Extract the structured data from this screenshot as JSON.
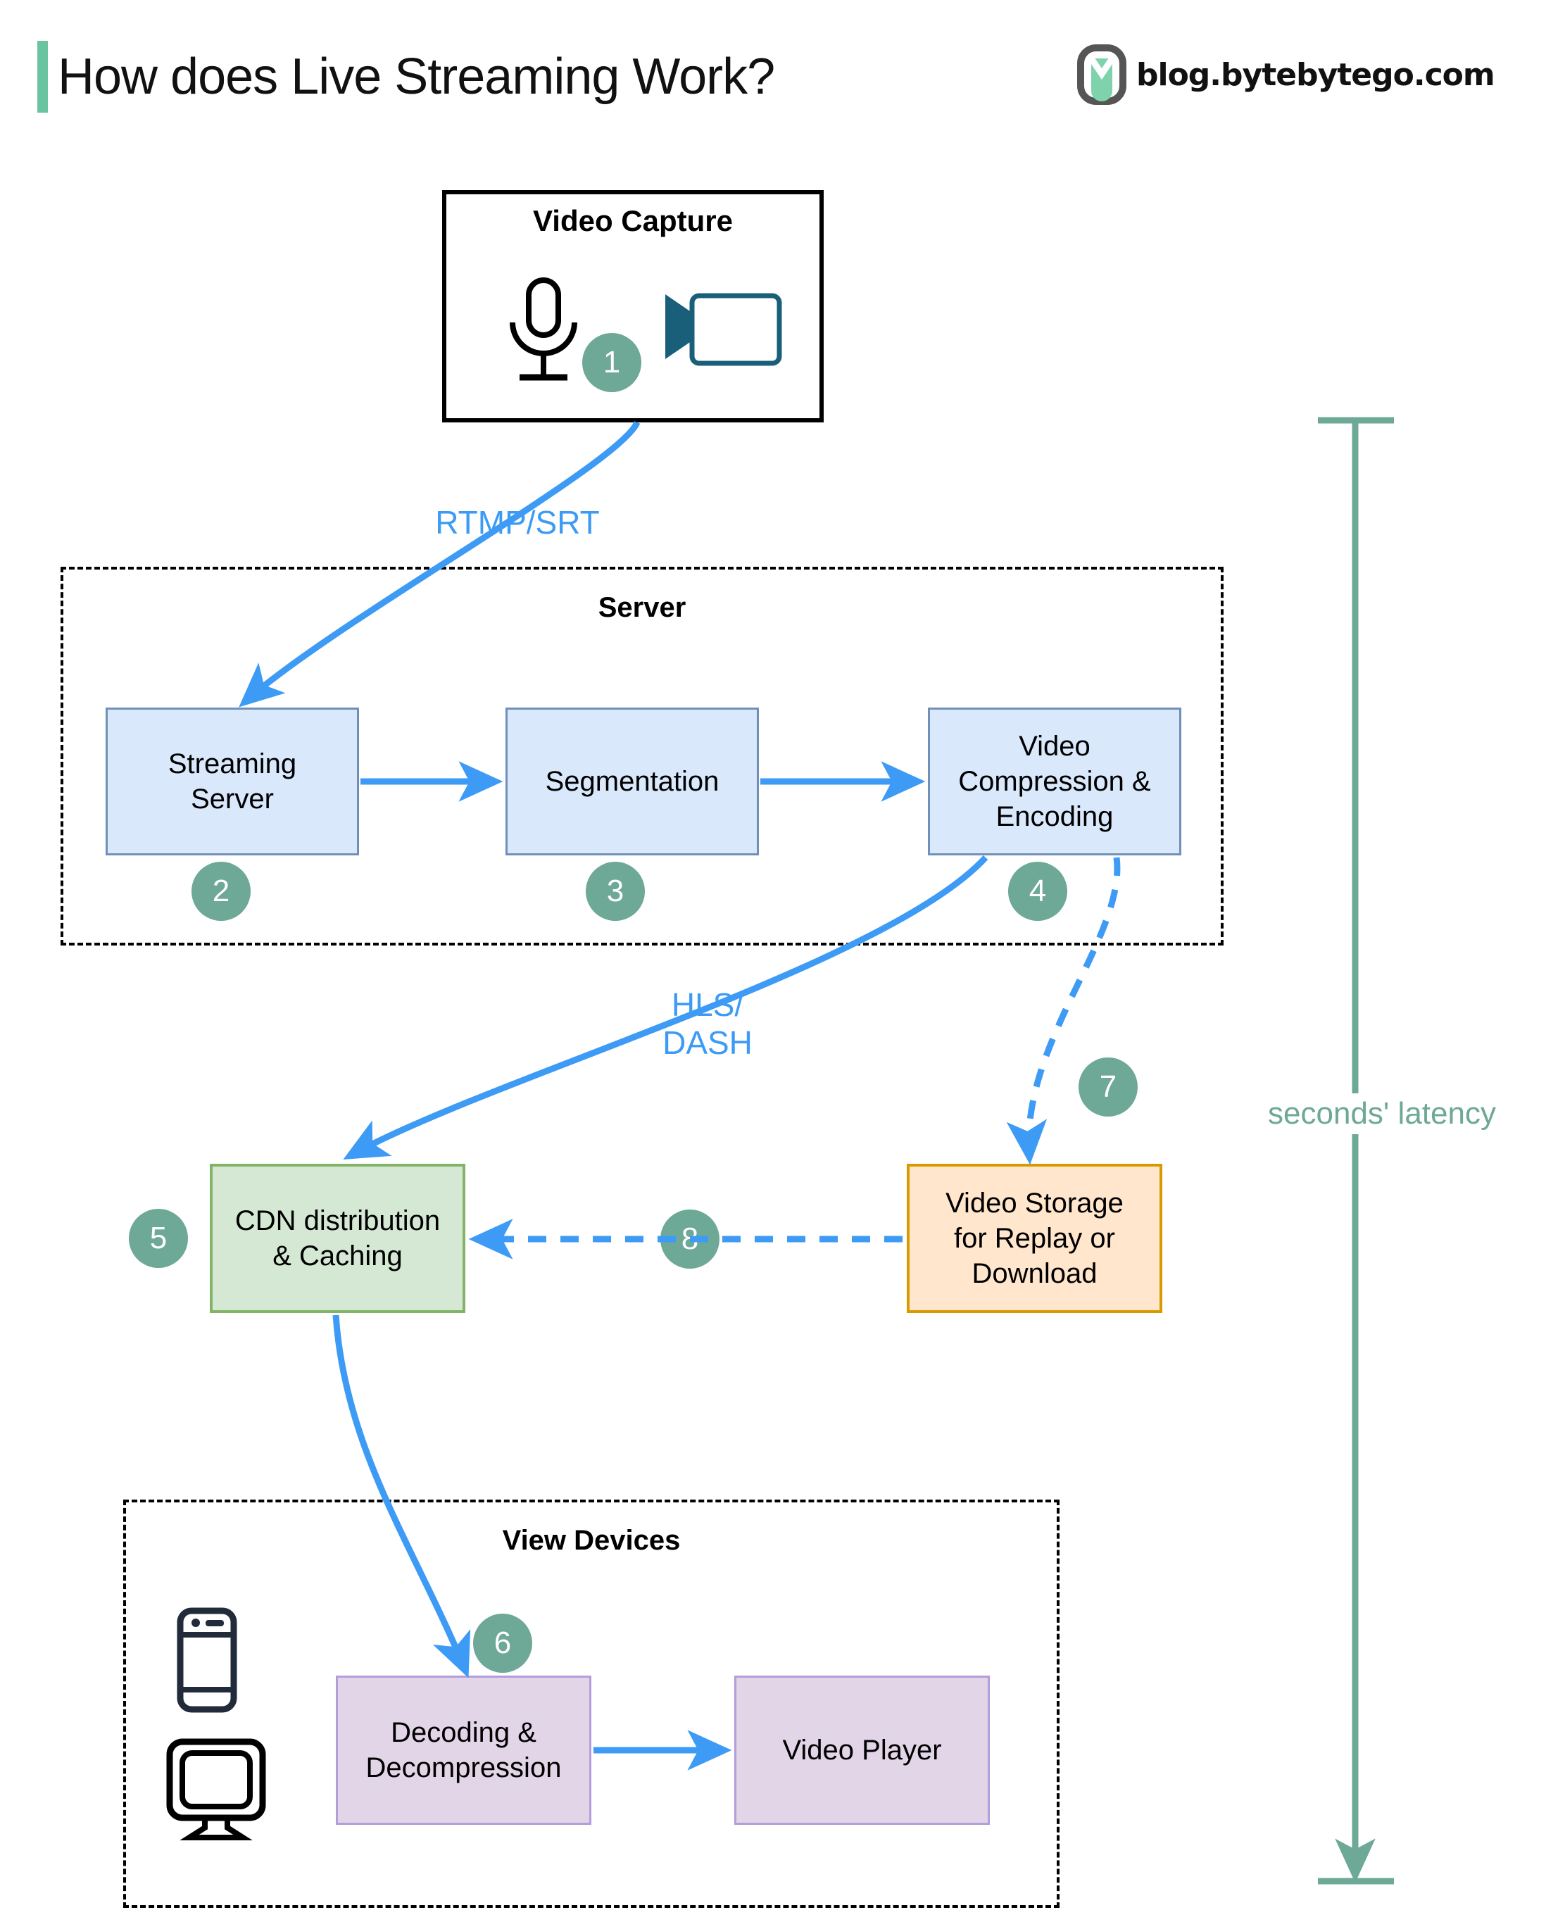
{
  "header": {
    "title": "How does Live Streaming Work?",
    "brand_text": "blog.bytebytego.com",
    "accent_color": "#6ac4a0"
  },
  "colors": {
    "badge": "#6ea896",
    "flow_blue": "#3d9bf5",
    "blue_node_fill": "#dae8fc",
    "green_node_fill": "#d5e8d4",
    "orange_node_fill": "#ffe6cc",
    "purple_node_fill": "#e1d5e7",
    "latency_green": "#6ea896"
  },
  "groups": {
    "capture": {
      "title": "Video Capture"
    },
    "server": {
      "title": "Server"
    },
    "view_devices": {
      "title": "View Devices"
    }
  },
  "nodes": {
    "streaming_server": "Streaming\nServer",
    "segmentation": "Segmentation",
    "video_compression": "Video\nCompression &\nEncoding",
    "cdn": "CDN distribution\n& Caching",
    "video_storage": "Video Storage\nfor Replay or\nDownload",
    "decoding": "Decoding &\nDecompression",
    "video_player": "Video Player"
  },
  "edge_labels": {
    "rtmp_srt": "RTMP/SRT",
    "hls_dash": "HLS/\nDASH"
  },
  "badges": {
    "one": "1",
    "two": "2",
    "three": "3",
    "four": "4",
    "five": "5",
    "six": "6",
    "seven": "7",
    "eight": "8"
  },
  "annotations": {
    "latency": "seconds' latency"
  },
  "icons": {
    "microphone": "microphone-icon",
    "video_camera": "video-camera-icon",
    "phone": "mobile-phone-icon",
    "monitor": "desktop-monitor-icon",
    "brand_logo": "bytebytego-logo-icon"
  }
}
